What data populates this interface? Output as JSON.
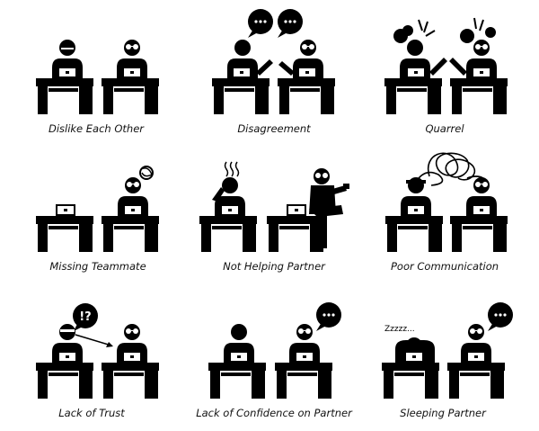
{
  "panels": [
    {
      "caption": "Dislike Each Other"
    },
    {
      "caption": "Disagreement"
    },
    {
      "caption": "Quarrel"
    },
    {
      "caption": "Missing Teammate"
    },
    {
      "caption": "Not Helping Partner"
    },
    {
      "caption": "Poor Communication"
    },
    {
      "caption": "Lack of Trust"
    },
    {
      "caption": "Lack of Confidence on Partner"
    },
    {
      "caption": "Sleeping Partner"
    }
  ],
  "glyphs": {
    "doubt": "!?",
    "snore": "Zzzzz..."
  },
  "colors": {
    "ink": "#000000",
    "background": "#ffffff"
  }
}
